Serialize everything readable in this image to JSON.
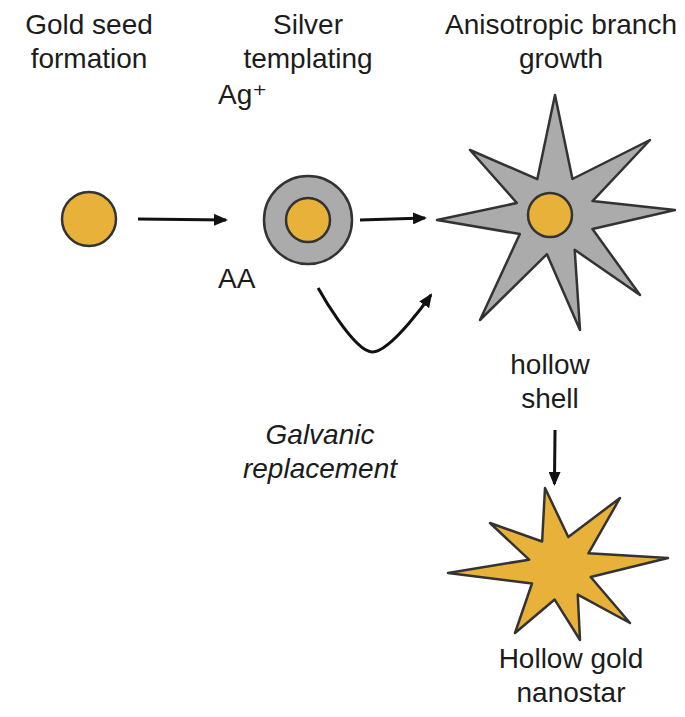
{
  "diagram": {
    "nodes": [
      {
        "text": [
          "Gold seed formation"
        ]
      },
      {
        "text": [
          "Silver templating"
        ]
      },
      {
        "text": [
          "Anisotropic branch growth",
          "hollow shell"
        ]
      },
      {
        "text": [
          "Hollow gold nanostar"
        ]
      }
    ],
    "edges": [
      {
        "from": 0,
        "to": 1,
        "arrow": "to"
      },
      {
        "from": 1,
        "to": 2,
        "arrow": "to"
      },
      {
        "from": 1,
        "to": 2,
        "arrow": "to",
        "label": "Galvanic replacement"
      },
      {
        "from": 2,
        "to": 3,
        "arrow": "to"
      }
    ],
    "labels": [
      "Ag⁺",
      "AA"
    ]
  }
}
